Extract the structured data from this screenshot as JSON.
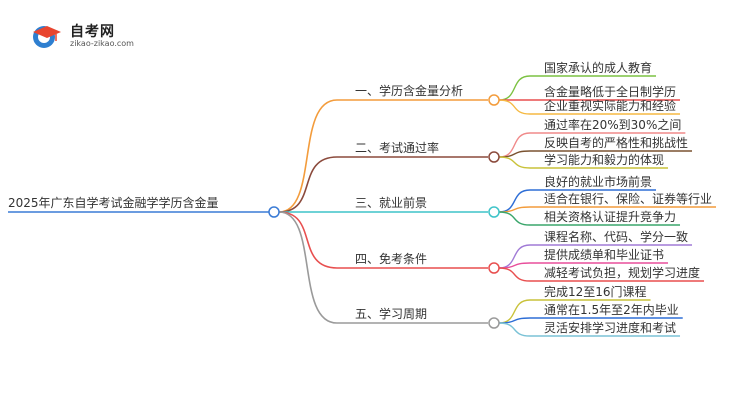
{
  "logo": {
    "name": "自考网",
    "url": "zikao-zikao.com",
    "icon": "graduation-cap-logo-icon"
  },
  "root": {
    "label": "2025年广东自学考试金融学学历含金量"
  },
  "branches": [
    {
      "label": "一、学历含金量分析",
      "color": "#f39c3c",
      "items": [
        "国家承认的成人教育",
        "含金量略低于全日制学历",
        "企业重视实际能力和经验"
      ],
      "item_colors": [
        "#7cc242",
        "#e84f4f",
        "#f5b942"
      ]
    },
    {
      "label": "二、考试通过率",
      "color": "#8b4a3c",
      "items": [
        "通过率在20%到30%之间",
        "反映自考的严格性和挑战性",
        "学习能力和毅力的体现"
      ],
      "item_colors": [
        "#f08a8a",
        "#7a5230",
        "#c9c23a"
      ]
    },
    {
      "label": "三、就业前景",
      "color": "#3fc4c9",
      "items": [
        "良好的就业市场前景",
        "适合在银行、保险、证券等行业",
        "相关资格认证提升竞争力"
      ],
      "item_colors": [
        "#2e6ed6",
        "#f39c3c",
        "#3aa66b"
      ]
    },
    {
      "label": "四、免考条件",
      "color": "#e84f4f",
      "items": [
        "课程名称、代码、学分一致",
        "提供成绩单和毕业证书",
        "减轻考试负担，规划学习进度"
      ],
      "item_colors": [
        "#a07ad6",
        "#e84f9c",
        "#e84f4f"
      ]
    },
    {
      "label": "五、学习周期",
      "color": "#9a9a9a",
      "items": [
        "完成12至16门课程",
        "通常在1.5年至2年内毕业",
        "灵活安排学习进度和考试"
      ],
      "item_colors": [
        "#c9c23a",
        "#2e6ed6",
        "#7ac2d6"
      ]
    }
  ]
}
